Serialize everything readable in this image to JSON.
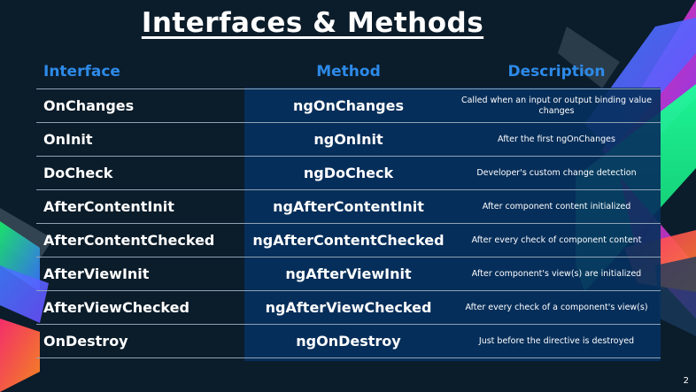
{
  "title": "Interfaces & Methods",
  "headers": {
    "interface": "Interface",
    "method": "Method",
    "description": "Description"
  },
  "rows": [
    {
      "interface": "OnChanges",
      "method": "ngOnChanges",
      "description": "Called when an input or output binding value changes"
    },
    {
      "interface": "OnInit",
      "method": "ngOnInit",
      "description": "After the first ngOnChanges"
    },
    {
      "interface": "DoCheck",
      "method": "ngDoCheck",
      "description": "Developer's custom change detection"
    },
    {
      "interface": "AfterContentInit",
      "method": "ngAfterContentInit",
      "description": "After component content initialized"
    },
    {
      "interface": "AfterContentChecked",
      "method": "ngAfterContentChecked",
      "description": "After every check of component content"
    },
    {
      "interface": "AfterViewInit",
      "method": "ngAfterViewInit",
      "description": "After component's view(s) are initialized"
    },
    {
      "interface": "AfterViewChecked",
      "method": "ngAfterViewChecked",
      "description": "After every check of a component's view(s)"
    },
    {
      "interface": "OnDestroy",
      "method": "ngOnDestroy",
      "description": "Just before the directive is destroyed"
    }
  ],
  "page_number": "2",
  "colors": {
    "background": "#0b1c2a",
    "header_text": "#2d8ae8",
    "methods_band": "#07305e"
  }
}
